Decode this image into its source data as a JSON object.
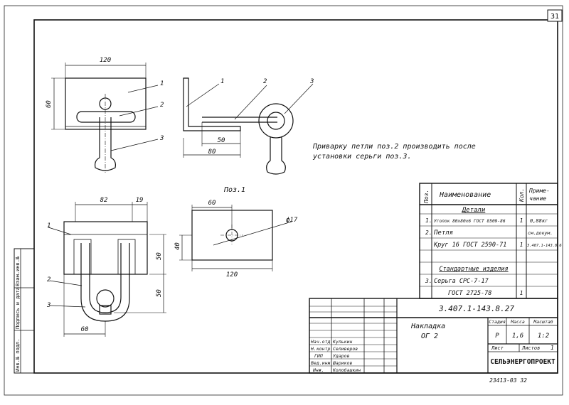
{
  "sheet": {
    "page_number": "31",
    "designation": "3.407.1-143.8.27",
    "title_line1": "Накладка",
    "title_line2": "ОГ 2",
    "stage_label": "Стадия",
    "mass_label": "Масса",
    "scale_label": "Масштаб",
    "stage_value": "Р",
    "mass_value": "1,6",
    "scale_value": "1:2",
    "sheet_label": "Лист",
    "sheets_label": "Листов",
    "sheets_value": "1",
    "organization": "СЕЛЬЭНЕРГОПРОЕКТ",
    "bottom_code": "23413-03   32",
    "side_stamp": [
      "Инв.№ подл.",
      "Подпись и дата",
      "Взам.инв.№"
    ],
    "signatures": [
      {
        "role": "Нач.отд.",
        "name": "Кулькин"
      },
      {
        "role": "Н.контр.",
        "name": "Селиверов"
      },
      {
        "role": "ГИП",
        "name": "Ударов"
      },
      {
        "role": "Вед.инж.",
        "name": "Шариков"
      },
      {
        "role": "Инж.",
        "name": "Колобашкин"
      }
    ]
  },
  "note": {
    "line1": "Приварку петли поз.2 производить после",
    "line2": "установки серьги  поз.3."
  },
  "drawing": {
    "pos_title": "Поз.1",
    "dims": {
      "d120": "120",
      "d60": "60",
      "d50": "50",
      "d80": "80",
      "d82": "82",
      "d19": "19",
      "d50a": "50",
      "d50b": "50",
      "d60b": "60",
      "d60c": "60",
      "d40": "40",
      "d120b": "120",
      "d17": "ф17"
    },
    "callouts": [
      "1",
      "2",
      "3",
      "1",
      "2",
      "3",
      "1",
      "2",
      "3"
    ]
  },
  "spec": {
    "headers": {
      "pos": "Поз.",
      "name": "Наименование",
      "qty": "Кол.",
      "note": "Приме-\nчание"
    },
    "rows": [
      {
        "pos": "",
        "name": "Детали",
        "qty": "",
        "note": "",
        "section": true
      },
      {
        "pos": "1.",
        "name": "Уголок 80х80х6 ГОСТ 8509-86",
        "qty": "1",
        "note": "0,88кг"
      },
      {
        "pos": "2.",
        "name": "Петля",
        "qty": "",
        "note": "см.докум."
      },
      {
        "pos": "",
        "name": "Круг 16 ГОСТ 2590-71",
        "qty": "1",
        "note": "3.407.1-143.8.6"
      },
      {
        "pos": "",
        "name": "Стандартные изделия",
        "qty": "",
        "note": "",
        "section": true
      },
      {
        "pos": "3.",
        "name": "Серьга СРС-7-17",
        "qty": "",
        "note": ""
      },
      {
        "pos": "",
        "name": "ГОСТ 2725-78",
        "qty": "1",
        "note": ""
      }
    ]
  }
}
